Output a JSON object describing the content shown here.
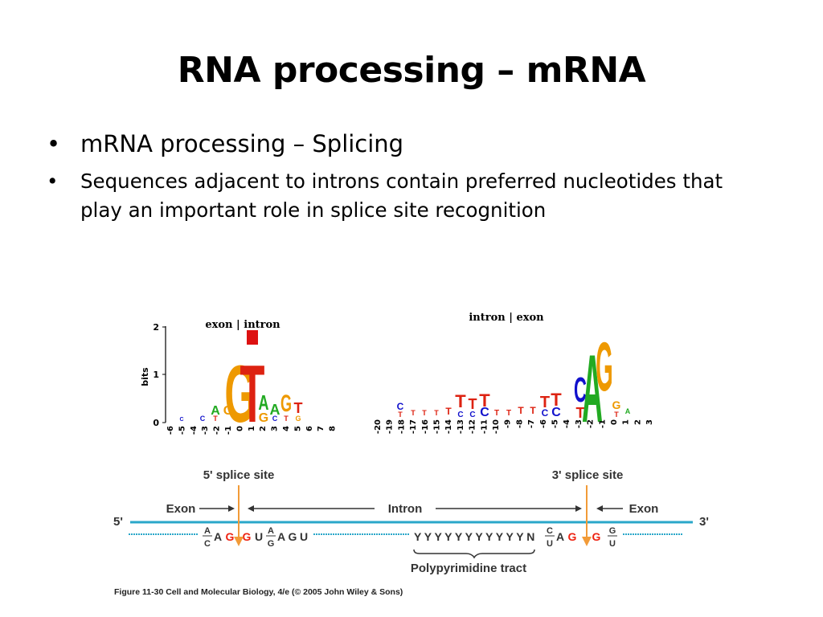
{
  "slide": {
    "title": "RNA processing – mRNA",
    "bullets": [
      {
        "marker": "•",
        "text": "mRNA processing – Splicing"
      },
      {
        "marker": "•",
        "text": "Sequences adjacent to introns contain preferred nucleotides that play an important role in splice site recognition"
      }
    ]
  },
  "figure": {
    "logo_left": {
      "header": "exon | intron",
      "ylabel": "bits",
      "yticks": [
        "2",
        "1",
        "0"
      ],
      "positions": [
        "-6",
        "-5",
        "-4",
        "-3",
        "-2",
        "-1",
        "0",
        "1",
        "2",
        "3",
        "4",
        "5",
        "6",
        "7",
        "8"
      ]
    },
    "logo_right": {
      "header": "intron | exon",
      "positions": [
        "-20",
        "-19",
        "-18",
        "-17",
        "-16",
        "-15",
        "-14",
        "-13",
        "-12",
        "-11",
        "-10",
        "-9",
        "-8",
        "-7",
        "-6",
        "-5",
        "-4",
        "-3",
        "-2",
        "-1",
        "0",
        "1",
        "2",
        "3"
      ]
    },
    "diagram": {
      "five_prime_splice_site": "5' splice site",
      "three_prime_splice_site": "3' splice site",
      "exon_left": "Exon",
      "intron": "Intron",
      "exon_right": "Exon",
      "end_5": "5'",
      "end_3": "3'",
      "pyrimidine_run": "Y Y Y Y Y Y Y Y Y Y Y N",
      "polypyrimidine_tract": "Polypyrimidine tract"
    },
    "caption": "Figure 11-30  Cell and Molecular Biology, 4/e (© 2005 John Wiley & Sons)",
    "colors": {
      "A": "#22aa22",
      "C": "#1111cc",
      "G": "#ee9900",
      "T": "#dd2211",
      "line": "#2aa7c9",
      "arrow": "#f29b38"
    }
  }
}
